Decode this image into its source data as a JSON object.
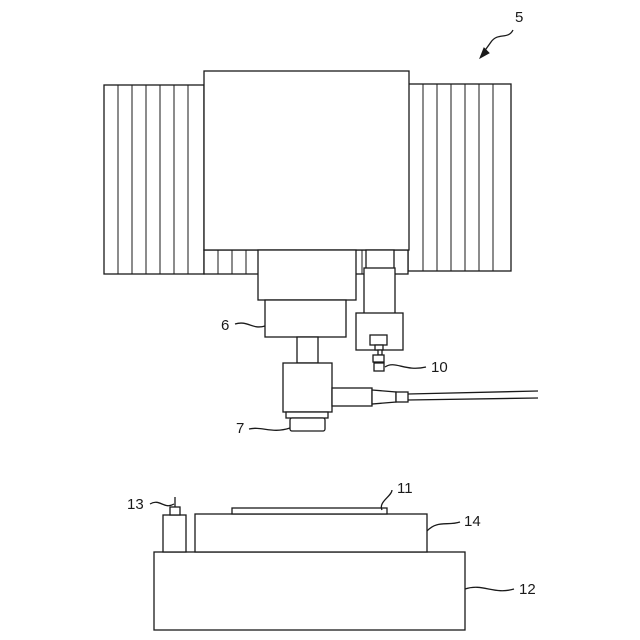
{
  "labels": {
    "machine": "5",
    "spindle_head": "6",
    "tool_holder": "7",
    "sensor": "10",
    "workpiece": "11",
    "table_base": "12",
    "probe": "13",
    "work_table": "14"
  },
  "colors": {
    "line": "#1a1a1a",
    "background": "#ffffff"
  }
}
